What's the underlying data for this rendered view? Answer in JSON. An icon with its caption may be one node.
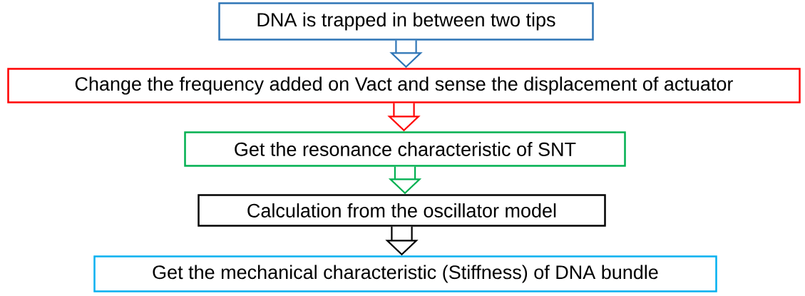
{
  "diagram": {
    "nodes": [
      {
        "text": [
          "DNA is trapped in between two tips"
        ]
      },
      {
        "text": [
          "Change the frequency added on Vact and sense the displacement of actuator"
        ]
      },
      {
        "text": [
          "Get the resonance characteristic of SNT"
        ]
      },
      {
        "text": [
          "Calculation from the oscillator model"
        ]
      },
      {
        "text": [
          "Get the mechanical characteristic (Stiffness) of DNA bundle"
        ]
      }
    ],
    "edges": [
      {
        "from": 0,
        "to": 1,
        "arrow": "to",
        "color": "#2e75b6"
      },
      {
        "from": 1,
        "to": 2,
        "arrow": "to",
        "color": "#ff0000"
      },
      {
        "from": 2,
        "to": 3,
        "arrow": "to",
        "color": "#00b050"
      },
      {
        "from": 3,
        "to": 4,
        "arrow": "to",
        "color": "#000000"
      }
    ]
  }
}
